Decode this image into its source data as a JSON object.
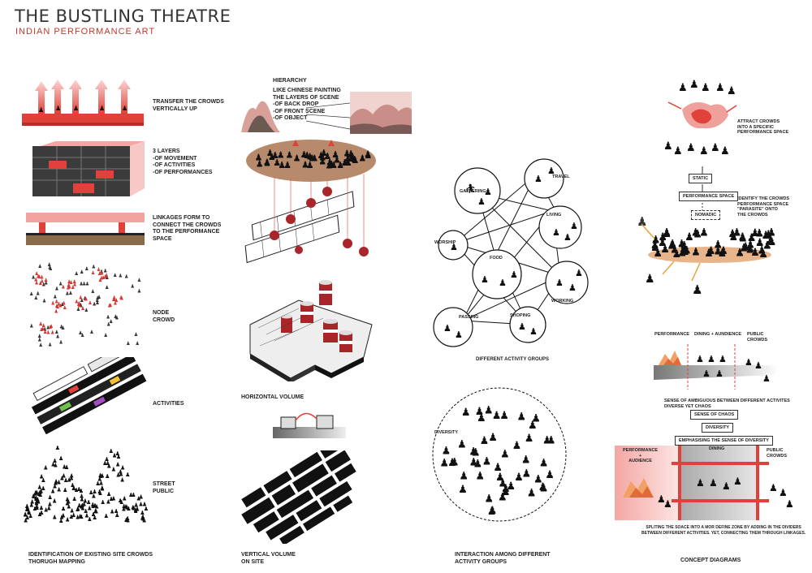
{
  "header": {
    "title": "THE BUSTLING THEATRE",
    "subtitle": "INDIAN PERFORMANCE ART"
  },
  "col1": {
    "labels": [
      "TRANSFER THE CROWDS\nVERTICALLY UP",
      "3 LAYERS\n-OF MOVEMENT\n-OF ACTIVITIES\n-OF PERFORMANCES",
      "LINKAGES FORM TO\nCONNECT THE CROWDS\nTO THE PERFORMANCE\nSPACE",
      "NODE\nCROWD",
      "ACTIVITIES",
      "STREET\nPUBLIC"
    ],
    "caption": "IDENTIFICATION OF EXISTING SITE CROWDS\nTHORUGH MAPPING"
  },
  "col2": {
    "hierarchy_title": "HIERARCHY",
    "hierarchy_text": "LIKE CHINESE PAINTING\nTHE LAYERS OF SCENE\n-OF BACK DROP\n-OF FRONT SCENE\n-OF OBJECT",
    "horizontal_label": "HORIZONTAL VOLUME",
    "caption": "VERTICAL VOLUME\nON SITE"
  },
  "col3": {
    "groups": [
      "GATHERING",
      "TRAVEL",
      "LIVING",
      "WORSHIP",
      "FOOD",
      "WORKING",
      "PASSING",
      "SHOPING"
    ],
    "groups_label": "DIFFERENT ACTIVITY GROUPS",
    "diversity_label": "DIVERSITY",
    "caption": "INTERACTION AMONG DIFFERENT\nACTIVITY GROUPS"
  },
  "col4": {
    "attract_text": "ATTRACT CROWDS\nINTO A SPECIFIC\nPERFORMANCE SPACE",
    "static_label": "STATIC",
    "performance_space_label": "PERFORMANCE SPACE",
    "nomadic_label": "NOMADIC",
    "identify_text": "IDENTIFY THE CROWDS\nPERFORMANCE SPACE\n\"PARASITE\" ONTO\nTHE CROWDS",
    "zone_labels": [
      "PERFORMANCE",
      "DINING + AUNDIENCE",
      "PUBLIC\nCROWDS"
    ],
    "ambiguous_text": "SENSE OF AMBIGUOUS BETWEEN DIFFERENT ACTIVITES\nDIVERSE YET CHAOS",
    "chaos_label": "SENSE OF CHAOS",
    "diversity_label": "DIVERSITY",
    "emphasise_label": "EMPHASISING THE SENSE OF DIVERSITY",
    "zone2_labels": [
      "PERFORMANCE\n+\nAUDIENCE",
      "DINING",
      "PUBLIC\nCROWDS"
    ],
    "splitting_text": "SPLITING THE SOACE INTO A MOR DEFINE ZONE BY ADDING IN THE DIVIDERS\nBETWEEN DIFFERENT ACTIVITIES. YET, CONNECTING THEM THROUGH LINKAGES.",
    "caption": "CONCEPT DIAGRAMS"
  },
  "colors": {
    "accent": "#e0413a",
    "dark": "#1a1a1a",
    "pink": "#f4b6b4"
  }
}
